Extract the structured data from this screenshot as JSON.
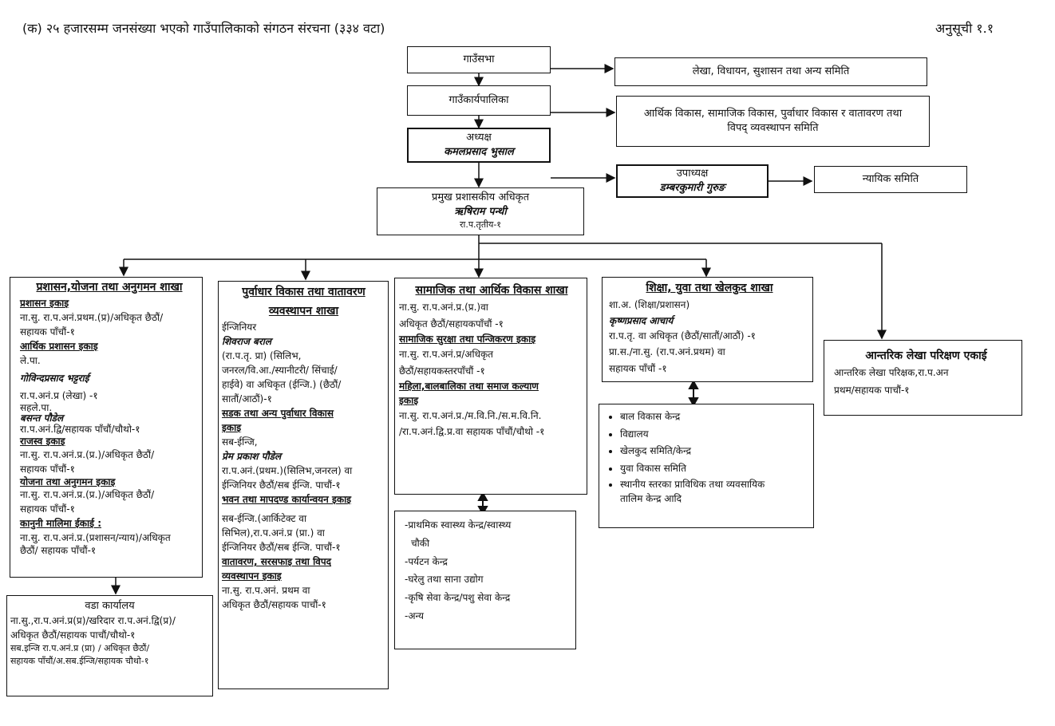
{
  "title": "(क) २५ हजारसम्म जनसंख्या भएको गाउँपालिकाको संगठन संरचना (३३४ वटा)",
  "schedule": "अनुसूची १.१",
  "top": {
    "sabha": "गाउँसभा",
    "karyapalika": "गाउँकार्यपालिका",
    "adhyaksha_title": "अध्यक्ष",
    "adhyaksha_name": "कमलप्रसाद भुसाल",
    "upadhyaksha_title": "उपाध्यक्ष",
    "upadhyaksha_name": "डम्बरकुमारी गुरुङ",
    "nyayik": "न्यायिक समिति",
    "cao_title": "प्रमुख प्रशासकीय अधिकृत",
    "cao_name": "ऋषिराम पन्थी",
    "cao_rank": "रा.प.तृतीय-१",
    "committee1": "लेखा, विधायन, सुशासन तथा अन्य समिति",
    "committee2_l1": "आर्थिक विकास, सामाजिक विकास, पुर्वाधार विकास र वातावरण तथा",
    "committee2_l2": "विपद् व्यवस्थापन समिति"
  },
  "admin": {
    "heading": "प्रशासन,योजना तथा अनुगमन शाखा",
    "s1": "प्रशासन इकाइ",
    "s1_l1": "ना.सु. रा.प.अनं.प्रथम.(प्र)/अधिकृत छैठौं/",
    "s1_l2": "सहायक पाँचौं-१",
    "s2": "आर्थिक प्रशासन इकाइ",
    "s2_l1": "ले.पा.",
    "s2_name": "गोविन्दप्रसाद भट्टराई",
    "s2_l2": "रा.प.अनं.प्र (लेखा) -१",
    "s2_l3": "सहले.पा.",
    "s2_name2": "बसन्त पौडेल",
    "s2_l4": "रा.प.अनं.द्वि/सहायक पाँचौं/चौथो-१",
    "s3": "राजस्व इकाइ",
    "s3_l1": "ना.सु. रा.प.अनं.प्र.(प्र.)/अधिकृत छैठौं/",
    "s3_l2": "सहायक पाँचौं-१",
    "s4": "योजना तथा अनुगमन इकाइ",
    "s4_l1": "ना.सु. रा.प.अनं.प्र.(प्र.)/अधिकृत छैठौं/",
    "s4_l2": "सहायक पाँचौं-१",
    "s5": "कानुनी मालिमा ईकाई :",
    "s5_l1": "ना.सु. रा.प.अनं.प्र.(प्रशासन/न्याय)/अधिकृत",
    "s5_l2": "छैठौं/ सहायक पाँचौं-१"
  },
  "ward": {
    "heading": "वडा कार्यालय",
    "l1": "ना.सु.,रा.प.अनं.प्र(प्र)/खरिदार रा.प.अनं.द्वि(प्र)/",
    "l2": "अधिकृत छैठौं/सहायक पाचौं/चौथो-१",
    "l3": "सब.इन्जि रा.प.अनं.प्र (प्रा) / अधिकृत छैठौं/",
    "l4": "सहायक पाँचौं/अ.सब.ईन्जि/सहायक चौथो-१"
  },
  "infra": {
    "heading1": "पुर्वाधार विकास तथा वातावरण",
    "heading2": "व्यवस्थापन शाखा",
    "l1": "ईन्जिनियर",
    "name1": "शिवराज बराल",
    "l2": "(रा.प.तृ. प्रा) (सिलिभ,",
    "l3": "जनरल/वि.आ./स्यानीटरी/ सिंचाई/",
    "l4": "हाईवे) वा अधिकृत (ईन्जि.) (छैठौं/",
    "l5": "सातौं/आठौं)-१",
    "s2a": "सडक तथा अन्य पुर्वाधार विकास",
    "s2b": "इकाइ",
    "l6": "सब-ईन्जि,",
    "name2": "प्रेम प्रकाश पौडेल",
    "l7": "रा.प.अनं.(प्रथम.)(सिलिभ,जनरल) वा",
    "l8": "ईन्जिनियर छैठौं/सब ईन्जि. पाचौं-१",
    "s3": "भवन तथा मापदण्ड कार्यान्वयन इकाइ",
    "l9": "सब-ईन्जि.(आर्किटेक्ट वा",
    "l10": "सिभिल),रा.प.अनं.प्र (प्रा.) वा",
    "l11": "ईन्जिनियर छैठौं/सब ईन्जि. पाचौं-१",
    "s4a": "वातावरण, सरसफाइ तथा विपद",
    "s4b": "व्यवस्थापन इकाइ",
    "l12": "ना.सु. रा.प.अनं. प्रथम वा",
    "l13": "अधिकृत छैठौं/सहायक पाचौं-१"
  },
  "social": {
    "heading": "सामाजिक तथा आर्थिक विकास शाखा",
    "l1": "ना.सु. रा.प.अनं.प्र.(प्र.)वा",
    "l2": "अधिकृत छैठौं/सहायकपाँचौं -१",
    "s2": "सामाजिक सुरक्षा तथा पन्जिकरण इकाइ",
    "l3": "ना.सु. रा.प.अनं.प्र/अधिकृत",
    "l4": "छैठौं/सहायकस्तरपाँचौं -१",
    "s3a": "महिला,बालबालिका तथा समाज कल्याण",
    "s3b": "इकाइ",
    "l5": "ना.सु. रा.प.अनं.प्र./म.वि.नि./स.म.वि.नि.",
    "l6": "/रा.प.अनं.द्वि.प्र.वा सहायक पाँचौं/चौथो -१"
  },
  "social_sub": {
    "items": [
      "-प्राथमिक स्वास्थ्य केन्द्र/स्वास्थ्य",
      "चौकी",
      "-पर्यटन केन्द्र",
      "-घरेलु तथा साना उद्योग",
      "-कृषि सेवा केन्द्र/पशु सेवा केन्द्र",
      "-अन्य"
    ]
  },
  "edu": {
    "heading": "शिक्षा, युवा तथा खेलकुद शाखा",
    "l1": "शा.अ. (शिक्षा/प्रशासन)",
    "name": "कृष्णप्रसाद आचार्य",
    "l2": "रा.प.तृ. वा अधिकृत (छैठौं/सातौं/आठौं) -१",
    "l3": "प्रा.स./ना.सु. (रा.प.अनं.प्रथम) वा",
    "l4": "सहायक पाँचौं -१"
  },
  "edu_sub": {
    "items": [
      "बाल विकास केन्द्र",
      "विद्यालय",
      "खेलकुद समिति/केन्द्र",
      "युवा विकास समिति",
      "स्थानीय स्तरका प्राविधिक तथा व्यवसायिक",
      "तालिम केन्द्र आदि"
    ]
  },
  "audit": {
    "heading": "आन्तरिक लेखा परिक्षण एकाई",
    "l1": "आन्तरिक लेखा परिक्षक,रा.प.अन",
    "l2": "प्रथम/सहायक पाचौं-१"
  }
}
